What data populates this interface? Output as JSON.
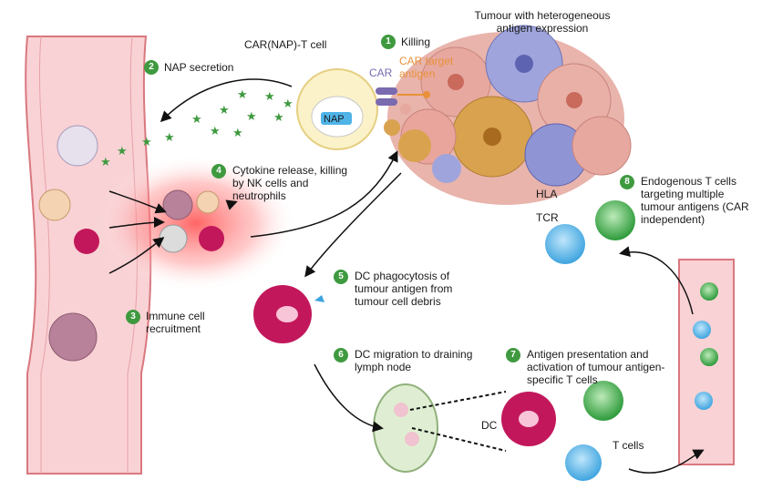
{
  "steps": [
    {
      "num": "1",
      "text": "Killing"
    },
    {
      "num": "2",
      "text": "NAP secretion"
    },
    {
      "num": "3",
      "text": "Immune cell recruitment"
    },
    {
      "num": "4",
      "text": "Cytokine release, killing by NK cells and neutrophils"
    },
    {
      "num": "5",
      "text": "DC phagocytosis of tumour antigen from tumour cell debris"
    },
    {
      "num": "6",
      "text": "DC migration to draining lymph node"
    },
    {
      "num": "7",
      "text": "Antigen presentation and activation of tumour antigen-specific T cells"
    },
    {
      "num": "8",
      "text": "Endogenous T cells targeting multiple tumour antigens (CAR independent)"
    }
  ],
  "labels": {
    "tumour": "Tumour with heterogeneous antigen expression",
    "car_t": "CAR(NAP)-T cell",
    "car": "CAR",
    "car_target": "CAR target antigen",
    "nap": "NAP",
    "hla": "HLA",
    "tcr": "TCR",
    "dc": "DC",
    "t_cells": "T cells"
  },
  "colors": {
    "step_badge": "#3f9a3f",
    "vessel": "#f7c9cc",
    "dc": "#c2185b",
    "t_cell": "#4fb3e8",
    "tcell_green": "#2e9e3e",
    "star": "#3f9a3f",
    "car_label": "#7a6ab0",
    "target_label": "#e8913a"
  }
}
